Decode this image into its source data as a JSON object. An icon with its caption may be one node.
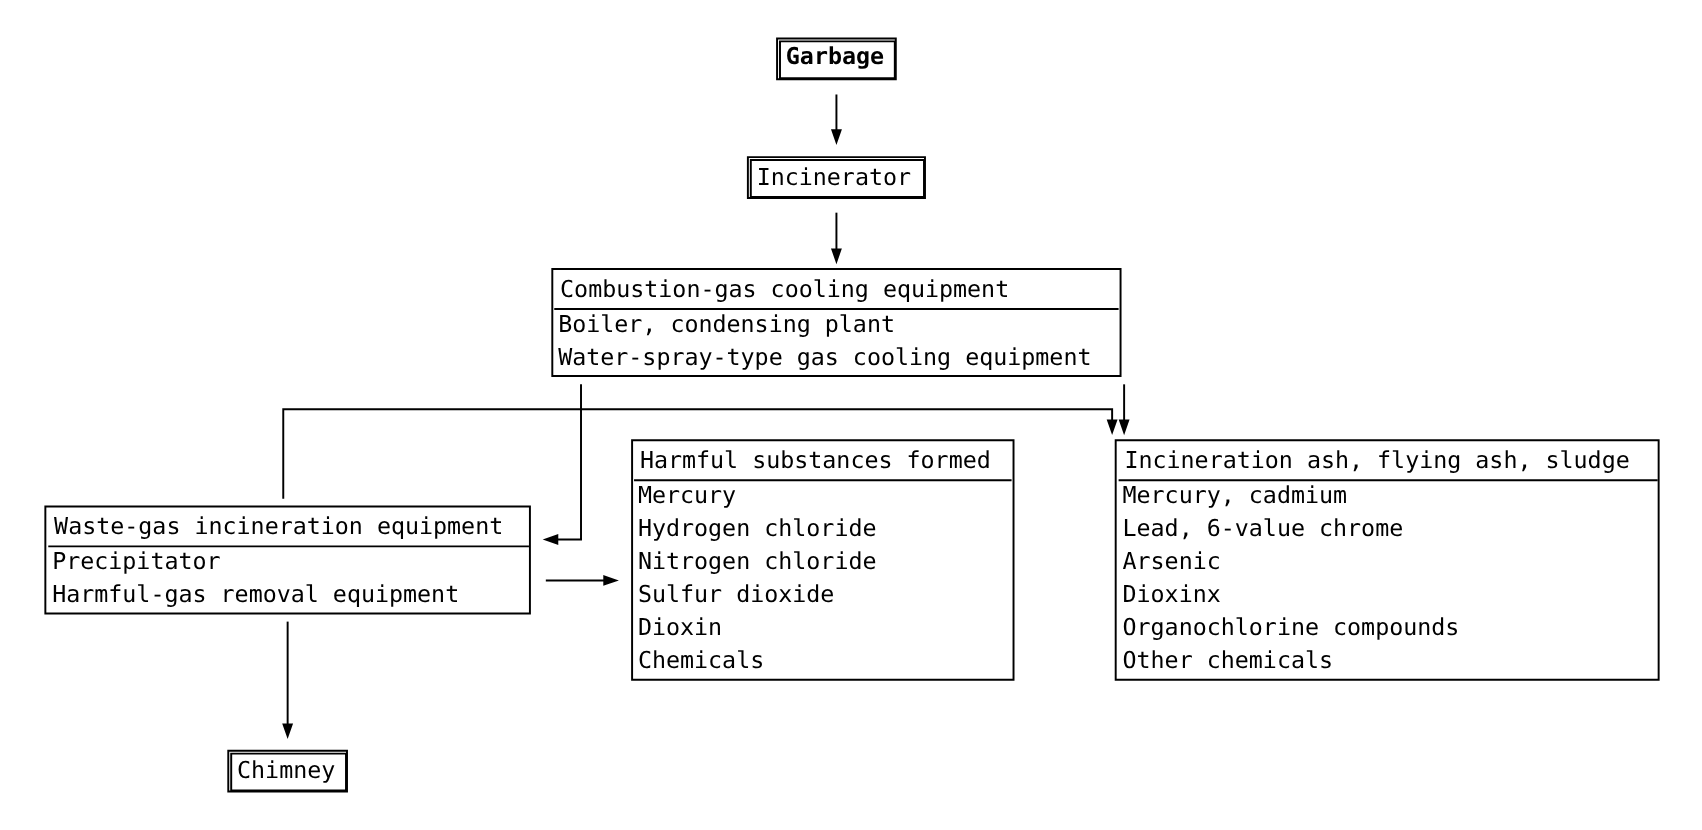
{
  "diagram": {
    "nodes": [
      {
        "text": [
          "Garbage"
        ]
      },
      {
        "text": [
          "Incinerator"
        ]
      },
      {
        "text": [
          "Combustion-gas cooling equipment",
          "Boiler, condensing plant",
          "Water-spray-type gas cooling equipment"
        ]
      },
      {
        "text": [
          "Incineration ash, flying ash, sludge",
          "Mercury, cadmium",
          "Lead, 6-value chrome",
          "Arsenic",
          "Dioxinx",
          "Organochlorine compounds",
          "Other chemicals"
        ]
      },
      {
        "text": [
          "Waste-gas incineration equipment",
          "Precipitator",
          "Harmful-gas removal equipment"
        ]
      },
      {
        "text": [
          "Harmful substances formed",
          "Mercury",
          "Hydrogen chloride",
          "Nitrogen chloride",
          "Sulfur dioxide",
          "Dioxin",
          "Chemicals"
        ]
      },
      {
        "text": [
          "Chimney"
        ]
      }
    ],
    "edges": [
      {
        "from": 0,
        "to": 1,
        "arrow": "to"
      },
      {
        "from": 1,
        "to": 2,
        "arrow": "to"
      },
      {
        "from": 2,
        "to": 3,
        "arrow": "to"
      },
      {
        "from": 2,
        "to": 4,
        "arrow": "to"
      },
      {
        "from": 4,
        "to": 3,
        "arrow": "to"
      },
      {
        "from": 4,
        "to": 5,
        "arrow": "to"
      },
      {
        "from": 4,
        "to": 6,
        "arrow": "to"
      }
    ]
  }
}
